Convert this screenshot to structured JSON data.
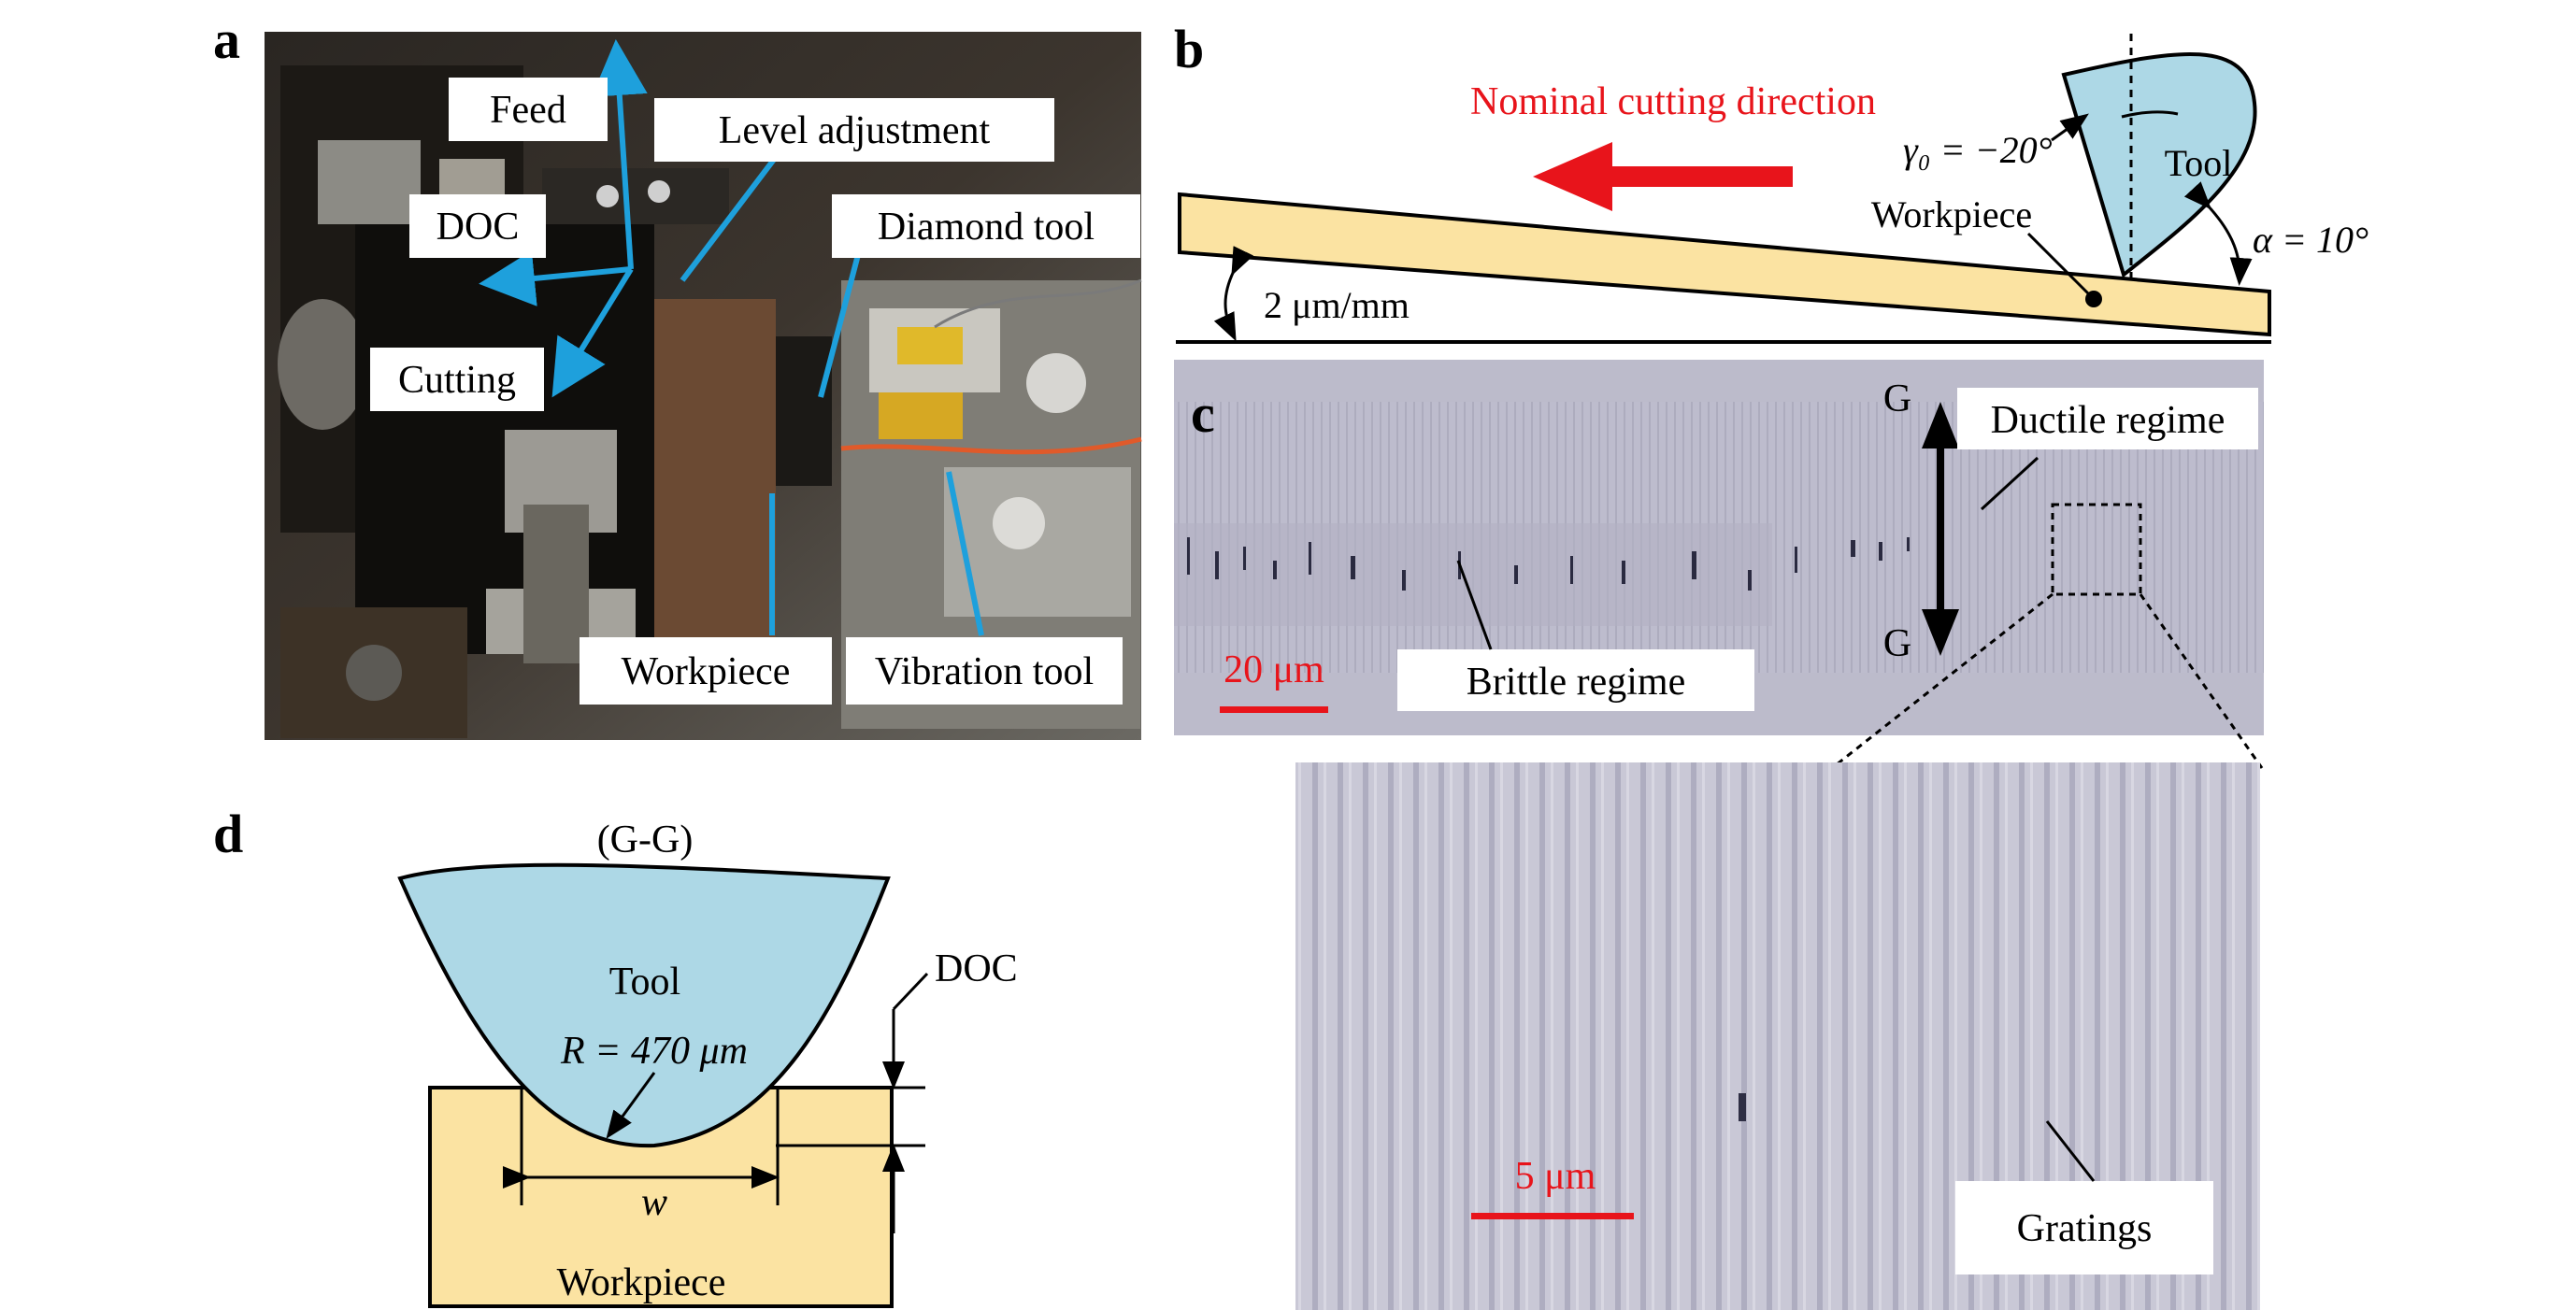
{
  "panels": {
    "a": {
      "letter": "a",
      "labels": {
        "feed": "Feed",
        "doc": "DOC",
        "cutting": "Cutting",
        "level_adjustment": "Level adjustment",
        "diamond_tool": "Diamond tool",
        "workpiece": "Workpiece",
        "vibration_tool": "Vibration tool"
      },
      "colors": {
        "arrow": "#1ea0dc",
        "label_bg": "#ffffff"
      }
    },
    "b": {
      "letter": "b",
      "cutting_direction": "Nominal cutting direction",
      "rake_angle": "γ₀ = −20°",
      "clearance_angle": "α = 10°",
      "tool": "Tool",
      "workpiece": "Workpiece",
      "slope": "2 μm/mm",
      "colors": {
        "tool_fill": "#add8e6",
        "workpiece_fill": "#fbe3a2",
        "arrow": "#e8141b"
      }
    },
    "c": {
      "letter": "c",
      "ductile": "Ductile regime",
      "brittle": "Brittle regime",
      "scale_bar": "20 μm",
      "section_top": "G",
      "section_bottom": "G",
      "zoom_scale_bar": "5 μm",
      "gratings": "Gratings",
      "colors": {
        "scale_bar": "#e8141b",
        "micrograph": "#b8b7c8"
      }
    },
    "d": {
      "letter": "d",
      "section": "(G-G)",
      "tool": "Tool",
      "radius": "R = 470 μm",
      "doc": "DOC",
      "width": "w",
      "workpiece": "Workpiece",
      "colors": {
        "tool_fill": "#add8e6",
        "workpiece_fill": "#fbe3a2"
      }
    }
  }
}
